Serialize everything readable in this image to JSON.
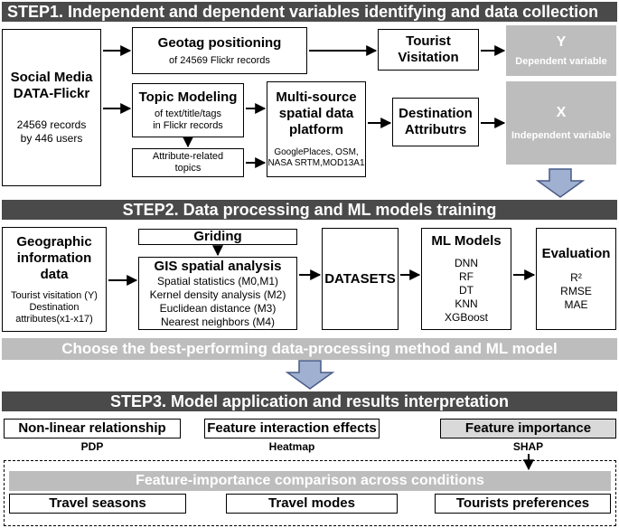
{
  "step1": {
    "title": "STEP1. Independent and dependent variables identifying and data collection",
    "social": {
      "title_line1": "Social Media",
      "title_line2": "DATA-Flickr",
      "line1": "24569 records",
      "line2": "by 446 users"
    },
    "geotag": {
      "title": "Geotag positioning",
      "sub": "of 24569 Flickr records"
    },
    "tourist_visitation": {
      "line1": "Tourist",
      "line2": "Visitation"
    },
    "y_box": {
      "letter": "Y",
      "label": "Dependent variable"
    },
    "topic": {
      "title": "Topic Modeling",
      "line1": "of text/title/tags",
      "line2": "in Flickr records"
    },
    "attr_topics": {
      "line1": "Attribute-related",
      "line2": "topics"
    },
    "multisource": {
      "line1": "Multi-source",
      "line2": "spatial data",
      "line3": "platform",
      "sub1": "GooglePlaces, OSM,",
      "sub2": "NASA SRTM,MOD13A1"
    },
    "dest_attr": {
      "line1": "Destination",
      "line2": "Attributrs"
    },
    "x_box": {
      "letter": "X",
      "label": "Independent variable"
    }
  },
  "step2": {
    "title": "STEP2.  Data processing and ML models training",
    "geo": {
      "line1": "Geographic",
      "line2": "information",
      "line3": "data",
      "sub1": "Tourist visitation (Y)",
      "sub2": "Destination",
      "sub3": "attributes(x1-x17)"
    },
    "griding": "Griding",
    "gis": {
      "title": "GIS spatial analysis",
      "items": [
        "Spatial statistics (M0,M1)",
        "Kernel density analysis (M2)",
        "Euclidean distance (M3)",
        "Nearest neighbors (M4)"
      ]
    },
    "datasets": "DATASETS",
    "ml": {
      "title": "ML Models",
      "items": [
        "DNN",
        "RF",
        "DT",
        "KNN",
        "XGBoost"
      ]
    },
    "evaluation": {
      "title": "Evaluation",
      "items": [
        "R²",
        "RMSE",
        "MAE"
      ]
    }
  },
  "choose_bar": "Choose the best-performing data-processing method and ML model",
  "step3": {
    "title": "STEP3.  Model application and results interpretation",
    "nonlinear": {
      "title": "Non-linear relationship",
      "sub": "PDP"
    },
    "interaction": {
      "title": "Feature interaction effects",
      "sub": "Heatmap"
    },
    "importance": {
      "title": "Feature importance",
      "sub": "SHAP"
    },
    "comparison": "Feature-importance comparison across conditions",
    "conditions": [
      "Travel seasons",
      "Travel modes",
      "Tourists preferences"
    ]
  },
  "colors": {
    "dark_bar": "#4a4a4a",
    "grey_box": "#bdbdbd",
    "light_grey": "#d9d9d9",
    "down_arrow": "#9fb0d0"
  }
}
